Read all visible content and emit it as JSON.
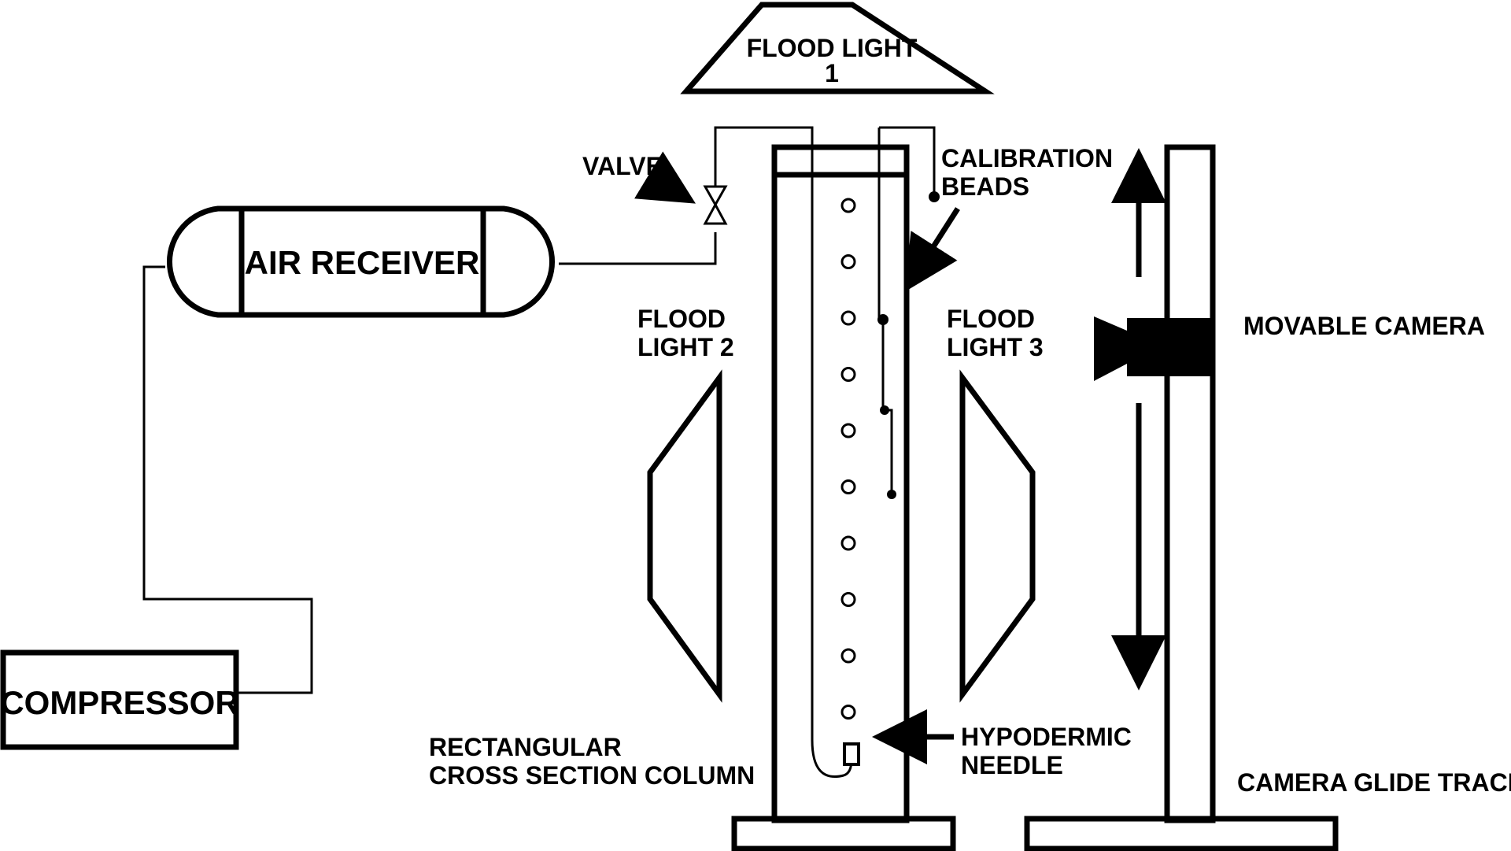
{
  "labels": {
    "flood_light_1": [
      "FLOOD LIGHT",
      "1"
    ],
    "flood_light_2": [
      "FLOOD",
      "LIGHT  2"
    ],
    "flood_light_3": [
      "FLOOD",
      "LIGHT  3"
    ],
    "valve": "VALVE",
    "calibration_beads": [
      "CALIBRATION",
      "BEADS"
    ],
    "air_receiver": "AIR RECEIVER",
    "compressor": "COMPRESSOR",
    "movable_camera": "MOVABLE CAMERA",
    "column": [
      "RECTANGULAR",
      "CROSS SECTION COLUMN"
    ],
    "hypodermic_needle": [
      "HYPODERMIC",
      "NEEDLE"
    ],
    "camera_glide_track": "CAMERA GLIDE TRACK"
  },
  "column_bead_count": 10
}
